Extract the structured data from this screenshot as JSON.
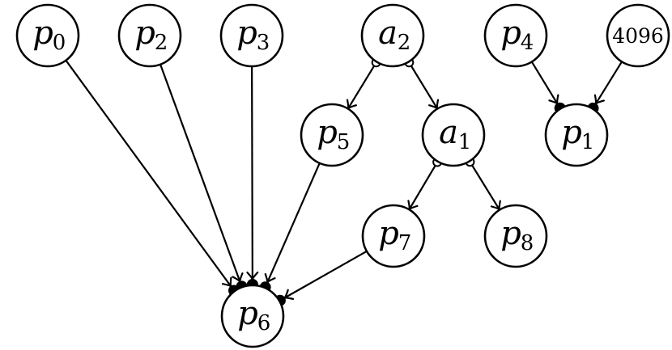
{
  "nodes": [
    {
      "id": "p0",
      "label": "p",
      "sub": "0"
    },
    {
      "id": "p2",
      "label": "p",
      "sub": "2"
    },
    {
      "id": "p3",
      "label": "p",
      "sub": "3"
    },
    {
      "id": "a2",
      "label": "a",
      "sub": "2"
    },
    {
      "id": "p4",
      "label": "p",
      "sub": "4"
    },
    {
      "id": "n4096",
      "label": "4096",
      "sub": ""
    },
    {
      "id": "p5",
      "label": "p",
      "sub": "5"
    },
    {
      "id": "a1",
      "label": "a",
      "sub": "1"
    },
    {
      "id": "p1",
      "label": "p",
      "sub": "1"
    },
    {
      "id": "p7",
      "label": "p",
      "sub": "7"
    },
    {
      "id": "p8",
      "label": "p",
      "sub": "8"
    },
    {
      "id": "p6",
      "label": "p",
      "sub": "6"
    }
  ],
  "edges": [
    {
      "from": "p0",
      "to": "p6",
      "tail": "none",
      "head": "filled"
    },
    {
      "from": "p2",
      "to": "p6",
      "tail": "none",
      "head": "filled"
    },
    {
      "from": "p3",
      "to": "p6",
      "tail": "none",
      "head": "filled"
    },
    {
      "from": "p5",
      "to": "p6",
      "tail": "none",
      "head": "filled"
    },
    {
      "from": "p7",
      "to": "p6",
      "tail": "none",
      "head": "filled"
    },
    {
      "from": "a2",
      "to": "p5",
      "tail": "hollow",
      "head": "none"
    },
    {
      "from": "a2",
      "to": "a1",
      "tail": "hollow",
      "head": "none"
    },
    {
      "from": "a1",
      "to": "p7",
      "tail": "hollow",
      "head": "none"
    },
    {
      "from": "a1",
      "to": "p8",
      "tail": "hollow",
      "head": "none"
    },
    {
      "from": "p4",
      "to": "p1",
      "tail": "none",
      "head": "filled"
    },
    {
      "from": "n4096",
      "to": "p1",
      "tail": "none",
      "head": "filled"
    }
  ]
}
